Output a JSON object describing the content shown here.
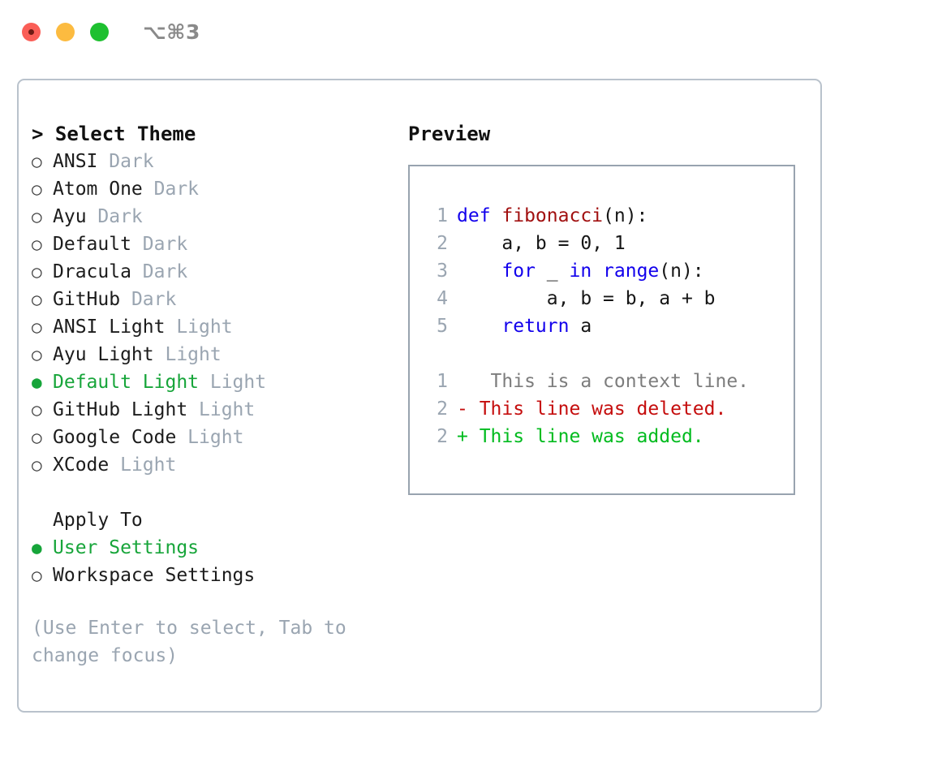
{
  "window": {
    "title": "⌥⌘3",
    "controls": [
      {
        "name": "close",
        "color": "#fa5e57"
      },
      {
        "name": "minimize",
        "color": "#fcbb40"
      },
      {
        "name": "maximize",
        "color": "#1ec030"
      }
    ]
  },
  "theme_picker": {
    "heading": "> Select Theme",
    "bullet_unselected": "○",
    "bullet_selected": "●",
    "options": [
      {
        "label": "ANSI",
        "badge": "Dark",
        "selected": false
      },
      {
        "label": "Atom One",
        "badge": "Dark",
        "selected": false
      },
      {
        "label": "Ayu",
        "badge": "Dark",
        "selected": false
      },
      {
        "label": "Default",
        "badge": "Dark",
        "selected": false
      },
      {
        "label": "Dracula",
        "badge": "Dark",
        "selected": false
      },
      {
        "label": "GitHub",
        "badge": "Dark",
        "selected": false
      },
      {
        "label": "ANSI Light",
        "badge": "Light",
        "selected": false
      },
      {
        "label": "Ayu Light",
        "badge": "Light",
        "selected": false
      },
      {
        "label": "Default Light",
        "badge": "Light",
        "selected": true
      },
      {
        "label": "GitHub Light",
        "badge": "Light",
        "selected": false
      },
      {
        "label": "Google Code",
        "badge": "Light",
        "selected": false
      },
      {
        "label": "XCode",
        "badge": "Light",
        "selected": false
      }
    ]
  },
  "apply_to": {
    "heading": "Apply To",
    "options": [
      {
        "label": "User Settings",
        "selected": true
      },
      {
        "label": "Workspace Settings",
        "selected": false
      }
    ]
  },
  "hint": "(Use Enter to select, Tab to change focus)",
  "preview": {
    "heading": "Preview",
    "code_lines": [
      {
        "num": "1",
        "segments": [
          {
            "text": "def ",
            "kind": "kw"
          },
          {
            "text": "fibonacci",
            "kind": "fn"
          },
          {
            "text": "(n):",
            "kind": "pl"
          }
        ]
      },
      {
        "num": "2",
        "segments": [
          {
            "text": "    a, b = 0, 1",
            "kind": "pl"
          }
        ]
      },
      {
        "num": "3",
        "segments": [
          {
            "text": "    for ",
            "kind": "kw"
          },
          {
            "text": "_ ",
            "kind": "pl"
          },
          {
            "text": "in range",
            "kind": "kw"
          },
          {
            "text": "(n):",
            "kind": "pl"
          }
        ]
      },
      {
        "num": "4",
        "segments": [
          {
            "text": "        a, b = b, a + b",
            "kind": "pl"
          }
        ]
      },
      {
        "num": "5",
        "segments": [
          {
            "text": "    return ",
            "kind": "kw"
          },
          {
            "text": "a",
            "kind": "pl"
          }
        ]
      }
    ],
    "diff_lines": [
      {
        "num": "1",
        "marker": " ",
        "text": "  This is a context line.",
        "kind": "ctx"
      },
      {
        "num": "2",
        "marker": "-",
        "text": " This line was deleted.",
        "kind": "del"
      },
      {
        "num": "2",
        "marker": "+",
        "text": " This line was added.",
        "kind": "add"
      }
    ]
  },
  "colors": {
    "accent_green": "#17a53a",
    "muted": "#9aa5b1",
    "keyword": "#1200ec",
    "function": "#a11010",
    "diff_delete": "#c50d0d",
    "diff_add": "#00bb1e",
    "border": "#b9c2cc"
  }
}
